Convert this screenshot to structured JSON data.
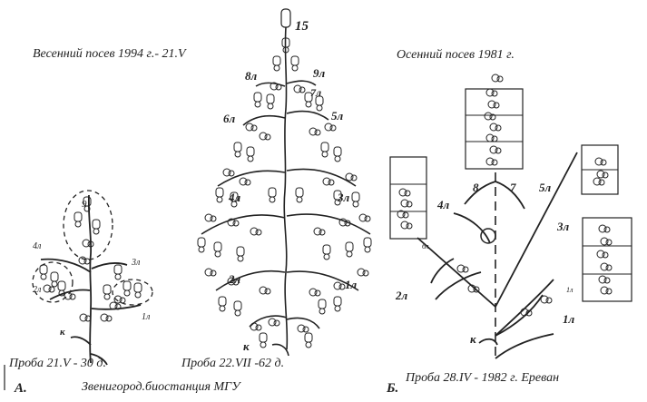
{
  "captions": {
    "spring": "Весенний посев 1994 г.- 21.V",
    "autumn": "Осенний посев 1981 г.",
    "sample_a1": "Проба 21.V - 30 д.",
    "sample_a2": "Проба 22.VII -62 д.",
    "sample_b": "Проба 28.IV - 1982 г. Ереван",
    "panel_a_letter": "А.",
    "panel_a_place": "Звенигород.биостанция МГУ",
    "panel_b_letter": "Б."
  },
  "small_plant": {
    "labels": [
      "9",
      "4л",
      "3л",
      "2л",
      "1л",
      "к"
    ]
  },
  "tall_plant": {
    "labels": [
      "15",
      "8л",
      "9л",
      "7л",
      "6л",
      "5л",
      "4л",
      "3л",
      "2л",
      "1л",
      "к"
    ]
  },
  "autumn_plant": {
    "labels": [
      "8",
      "7",
      "5л",
      "4л",
      "3л",
      "2л",
      "1л",
      "к",
      "6л",
      "1л"
    ]
  },
  "colors": {
    "ink": "#222222",
    "background": "#ffffff"
  }
}
